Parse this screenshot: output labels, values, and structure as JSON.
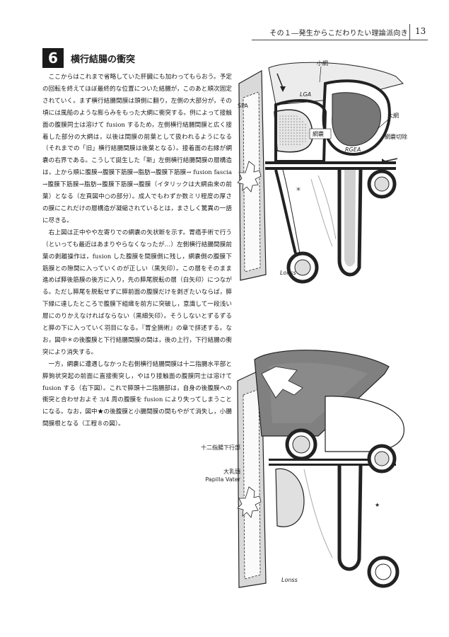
{
  "header": {
    "running_title": "その１―発生からこだわりたい理論派向き",
    "page_number": "13"
  },
  "section": {
    "number": "6",
    "title": "横行結腸の衝突"
  },
  "body": {
    "p1": "ここからはこれまで省略していた肝臓にも加わってもらおう。予定の回転を終えてほぼ最終的な位置についた結腸が，このあと順次固定されていく。まず横行結腸間膜は頭側に翻り，左側の大部分が，その頃には風船のような膨らみをもった大網に衝突する。例によって接触面の腹膜同士は溶けて fusion するため，左側横行結腸間膜と広く接着した部分の大網は，以後は間膜の前葉として扱われるようになる（それまでの「旧」横行結腸間膜は後葉となる）。接着面の右縁が網嚢の右界である。こうして誕生した「新」左側横行結腸間膜の層構造は，上から順に腹膜→腹膜下筋膜→脂肪→腹膜下筋膜→ fusion fascia →腹膜下筋膜→脂肪→腹膜下筋膜→腹膜（イタリックは大網由来の前葉）となる（左頁図中○の部分）。成人でもわずか数ミリ程度の厚さの膜にこれだけの層構造が凝縮されているとは，まさしく驚異の一語に尽きる。",
    "p2": "右上図は正中やや左寄りでの網嚢の矢状断を示す。胃癌手術で行う（といっても最近はあまりやらなくなったが…）左側横行結腸間膜前葉の剥離操作は，fusion した腹膜を間膜側に残し，網嚢側の腹膜下筋膜との隙間に入っていくのが正しい（黒矢印）。この層をそのまま進めば膵後筋膜の後方に入り，先の膵尾脱転の層（白矢印）につながる。ただし膵尾を脱転せずに膵前面の腹膜だけを剥ぎたいならば，膵下縁に達したところで腹膜下組織を前方に突破し，意識して一段浅い層にのりかえなければならない（黒細矢印）。そうしないとずるずると膵の下に入っていく羽目になる。『胃全摘術』の章で詳述する。なお，図中＊の後腹膜と下行結腸間膜の間は，後の上行，下行結腸の衝突により消失する。",
    "p3": "一方，網嚢に遭遇しなかった右側横行結腸間膜は十二指腸水平部と膵鉤状突起の前面に直接衝突し，やはり接触面の腹膜同士は溶けて fusion する（右下図）。これで膵頭十二指腸部は，自身の後腹膜への衝突と合わせおよそ 3/4 周の腹膜を fusion により失ってしまうことになる。なお，図中★の後腹膜と小腸間膜の間もやがて消失し，小腸間膜根となる（工程８の図）。"
  },
  "figure_top": {
    "labels": {
      "lesser_omentum": "小網",
      "spa": "SPA",
      "lga": "LGA",
      "greater_omentum": "大網",
      "omental_bursa": "網嚢",
      "omentum_cut": "網嚢切除",
      "rgea": "RGEA",
      "asterisk": "＊",
      "signature": "Lonss"
    }
  },
  "figure_bottom": {
    "labels": {
      "descending_duodenum": "十二指腸下行部",
      "papilla_jp": "大乳頭",
      "papilla_en": "Papilla Vater",
      "star": "★",
      "signature": "Lonss"
    }
  }
}
